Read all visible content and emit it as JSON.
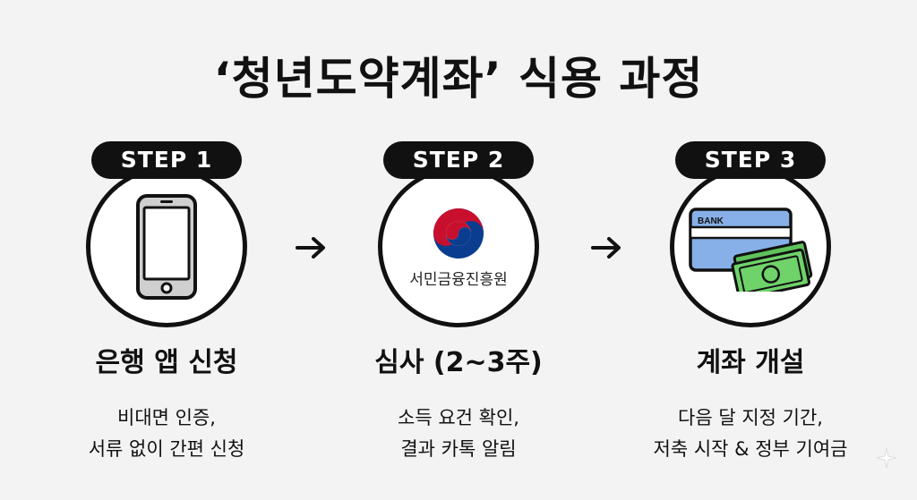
{
  "title": "‘청년도약계좌’ 식용 과정",
  "steps": [
    {
      "badge": "STEP 1",
      "heading": "은행 앱 신청",
      "desc_lines": [
        "비대면 인증,",
        "서류 없이 간편 신청"
      ],
      "icon": "smartphone-icon"
    },
    {
      "badge": "STEP 2",
      "heading": "심사 (2~3주)",
      "desc_lines": [
        "소득 요건 확인,",
        "결과 카톡 알림"
      ],
      "icon": "korean-government-emblem-icon",
      "logo_text": "서민금융진흥원"
    },
    {
      "badge": "STEP 3",
      "heading": "계좌 개설",
      "desc_lines": [
        "다음 달 지정 기간,",
        "저축 시작 & 정부 기여금"
      ],
      "icon": "bank-card-and-cash-icon",
      "card_text": "BANK"
    }
  ],
  "colors": {
    "background": "#f3f3f3",
    "ink": "#111111",
    "card_blue": "#87b0e8",
    "cash_green": "#6fd36a",
    "emblem_red": "#c8102e",
    "emblem_blue": "#0a3d8f"
  }
}
